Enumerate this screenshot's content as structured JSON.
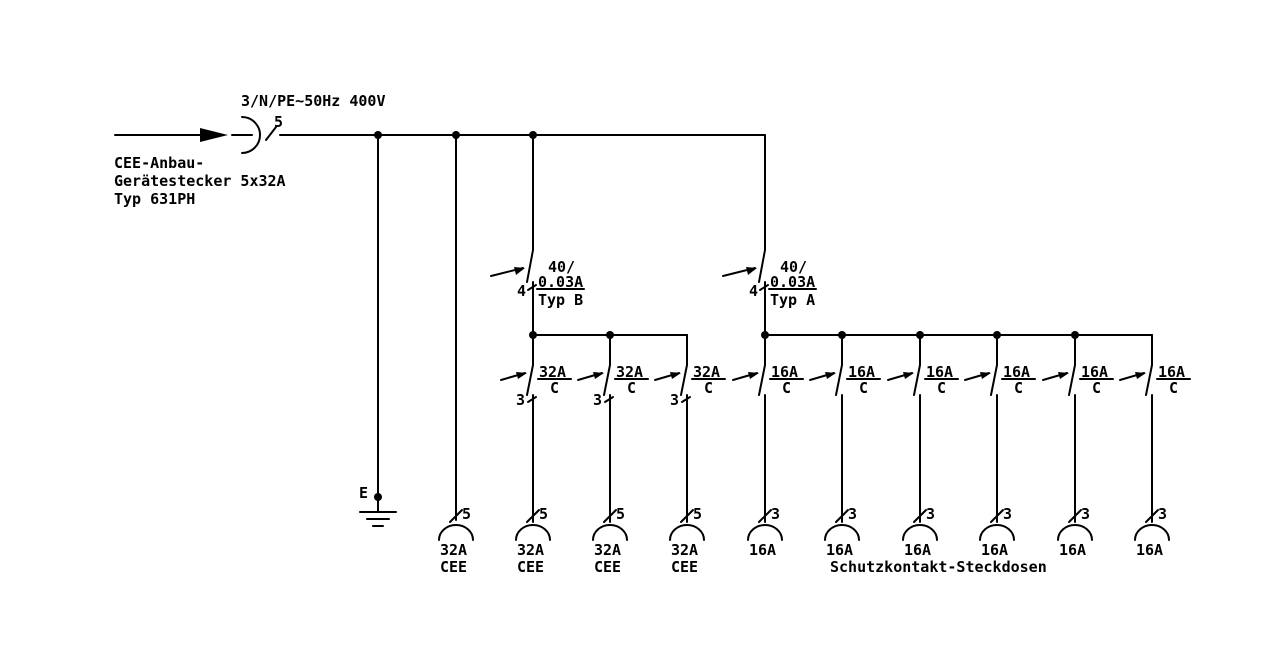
{
  "supply": {
    "voltage_label": "3/N/PE~50Hz 400V",
    "plug_label_lines": [
      "CEE-Anbau-",
      "Gerätestecker 5x32A",
      "Typ 631PH"
    ],
    "conductors": "5"
  },
  "earth": {
    "label": "E"
  },
  "rcds": [
    {
      "rating": "40/",
      "trip": "0.03A",
      "type": "Typ B",
      "poles": "4"
    },
    {
      "rating": "40/",
      "trip": "0.03A",
      "type": "Typ A",
      "poles": "4"
    }
  ],
  "breakers": [
    {
      "rating": "32A",
      "curve": "C",
      "poles": "3"
    },
    {
      "rating": "32A",
      "curve": "C",
      "poles": "3"
    },
    {
      "rating": "32A",
      "curve": "C",
      "poles": "3"
    },
    {
      "rating": "16A",
      "curve": "C",
      "poles": ""
    },
    {
      "rating": "16A",
      "curve": "C",
      "poles": ""
    },
    {
      "rating": "16A",
      "curve": "C",
      "poles": ""
    },
    {
      "rating": "16A",
      "curve": "C",
      "poles": ""
    },
    {
      "rating": "16A",
      "curve": "C",
      "poles": ""
    },
    {
      "rating": "16A",
      "curve": "C",
      "poles": ""
    }
  ],
  "outlets": [
    {
      "conductors": "5",
      "rating": "32A",
      "kind": "CEE"
    },
    {
      "conductors": "5",
      "rating": "32A",
      "kind": "CEE"
    },
    {
      "conductors": "5",
      "rating": "32A",
      "kind": "CEE"
    },
    {
      "conductors": "5",
      "rating": "32A",
      "kind": "CEE"
    },
    {
      "conductors": "3",
      "rating": "16A",
      "kind": ""
    },
    {
      "conductors": "3",
      "rating": "16A",
      "kind": ""
    },
    {
      "conductors": "3",
      "rating": "16A",
      "kind": ""
    },
    {
      "conductors": "3",
      "rating": "16A",
      "kind": ""
    },
    {
      "conductors": "3",
      "rating": "16A",
      "kind": ""
    },
    {
      "conductors": "3",
      "rating": "16A",
      "kind": ""
    }
  ],
  "schuko_group_label": "Schutzkontakt-Steckdosen"
}
